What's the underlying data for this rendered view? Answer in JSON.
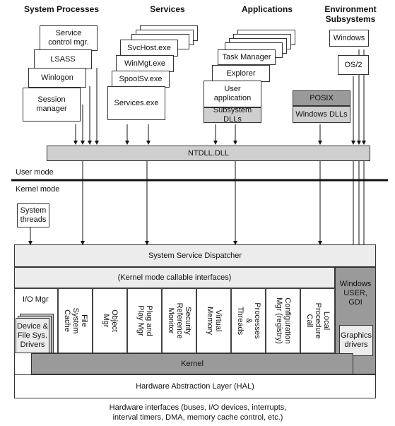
{
  "headers": {
    "system_processes": "System Processes",
    "services": "Services",
    "applications": "Applications",
    "environment_subsystems": "Environment\nSubsystems"
  },
  "system_processes": {
    "service_control_mgr": "Service\ncontrol mgr.",
    "lsass": "LSASS",
    "winlogon": "Winlogon",
    "session_manager": "Session\nmanager"
  },
  "services": {
    "svchost": "SvcHost.exe",
    "winmgt": "WinMgt.exe",
    "spoolsv": "SpoolSv.exe",
    "services_exe": "Services.exe"
  },
  "applications": {
    "task_manager": "Task Manager",
    "explorer": "Explorer",
    "user_application": "User\napplication",
    "subsystem_dlls": "Subsystem DLLs"
  },
  "environment_subsystems": {
    "windows": "Windows",
    "os2": "OS/2",
    "posix": "POSIX",
    "windows_dlls": "Windows DLLs"
  },
  "ntdll": "NTDLL.DLL",
  "modes": {
    "user": "User mode",
    "kernel": "Kernel mode"
  },
  "system_threads": "System\nthreads",
  "kernel_layers": {
    "dispatcher": "System Service Dispatcher",
    "callable": "(Kernel mode callable interfaces)",
    "io_mgr": "I/O Mgr",
    "device_drivers": "Device &\nFile Sys.\nDrivers",
    "kernel": "Kernel",
    "hal": "Hardware Abstraction Layer (HAL)"
  },
  "executive_components": [
    {
      "label": "File\nSystem\nCache"
    },
    {
      "label": "Object\nMgr"
    },
    {
      "label": "Plug and\nPlay Mgr"
    },
    {
      "label": "Security\nReference\nMonitor"
    },
    {
      "label": "Virtual\nMemory"
    },
    {
      "label": "Processes\n&\nThreads"
    },
    {
      "label": "Configuration\nMgr (registry)"
    },
    {
      "label": "Local\nProcedure\nCall"
    }
  ],
  "right_column": {
    "windows_user_gdi": "Windows\nUSER,\nGDI",
    "graphics_drivers": "Graphics\ndrivers"
  },
  "footer": "Hardware interfaces (buses, I/O devices, interrupts,\ninterval timers, DMA, memory cache control, etc.)"
}
